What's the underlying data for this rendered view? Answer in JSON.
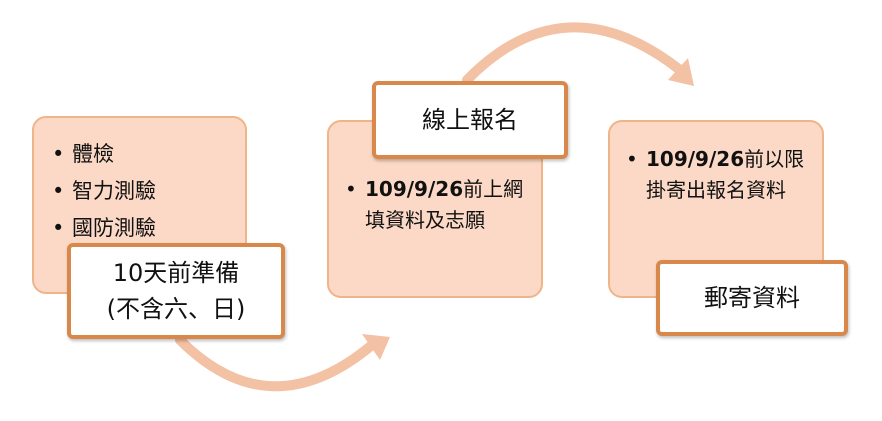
{
  "colors": {
    "card_fill": "#fbd9c6",
    "card_border": "#f0b489",
    "label_border": "#d9884c",
    "arrow": "#f3c1a4"
  },
  "steps": [
    {
      "bullets": [
        {
          "text": "體檢"
        },
        {
          "text": "智力測驗"
        },
        {
          "text": "國防測驗"
        }
      ],
      "label_lines": [
        "10天前準備",
        "(不含六、日)"
      ]
    },
    {
      "label": "線上報名",
      "bullets": [
        {
          "date": "109/9/26",
          "text": "前上網填資料及志願"
        }
      ]
    },
    {
      "bullets": [
        {
          "date": "109/9/26",
          "text": "前以限掛寄出報名資料"
        }
      ],
      "label": "郵寄資料"
    }
  ],
  "connectors": [
    {
      "from": "step-1",
      "to": "step-2",
      "icon": "curved-arrow-up-icon"
    },
    {
      "from": "step-2",
      "to": "step-3",
      "icon": "curved-arrow-down-icon"
    }
  ]
}
